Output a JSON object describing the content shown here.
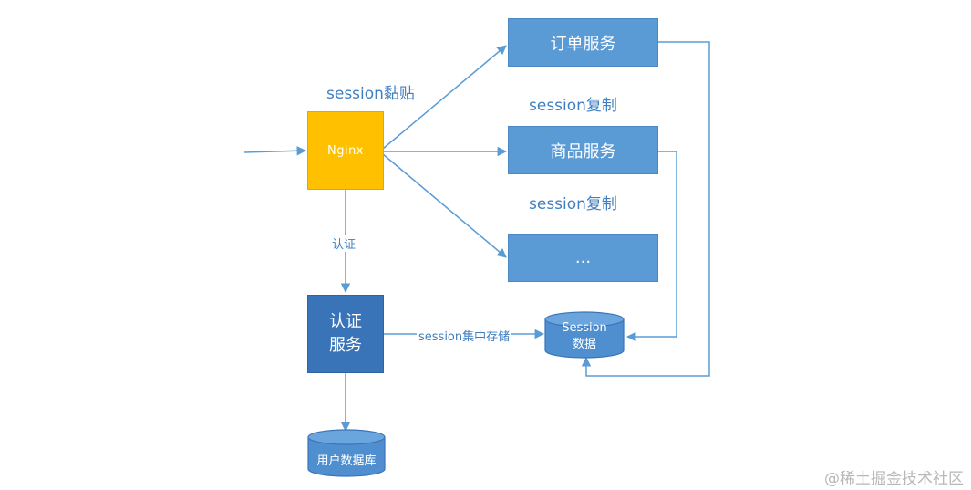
{
  "services": {
    "order": "订单服务",
    "product": "商品服务",
    "other": "..."
  },
  "nginx": {
    "label": "Nginx"
  },
  "auth_service": {
    "label": "认证\n服务"
  },
  "databases": {
    "session": "Session\n数据",
    "user": "用户数据库"
  },
  "labels": {
    "sticky": "session黏贴",
    "replication_1": "session复制",
    "replication_2": "session复制",
    "auth_edge": "认证",
    "central_storage": "session集中存储"
  },
  "watermark": "@稀土掘金技术社区",
  "colors": {
    "service_blue": "#5b9bd5",
    "auth_blue": "#3a74b8",
    "nginx_yellow": "#ffc000",
    "arrow": "#5b9bd5",
    "label_text": "#3f7fc0"
  }
}
